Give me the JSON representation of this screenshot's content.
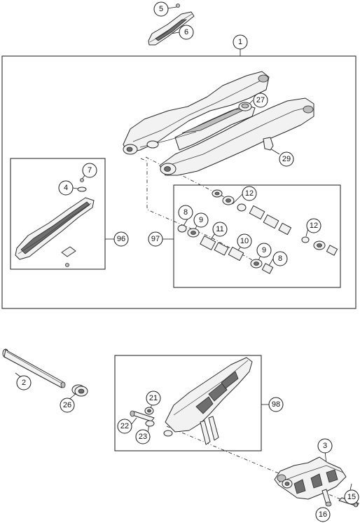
{
  "diagram": {
    "callouts": {
      "c1": "1",
      "c2": "2",
      "c3": "3",
      "c4": "4",
      "c5": "5",
      "c6": "6",
      "c7": "7",
      "c8a": "8",
      "c8b": "8",
      "c9a": "9",
      "c9b": "9",
      "c10": "10",
      "c11": "11",
      "c12a": "12",
      "c12b": "12",
      "c15": "15",
      "c16": "16",
      "c21": "21",
      "c22": "22",
      "c23": "23",
      "c26": "26",
      "c27": "27",
      "c29": "29",
      "c96": "96",
      "c97": "97",
      "c98": "98"
    }
  }
}
